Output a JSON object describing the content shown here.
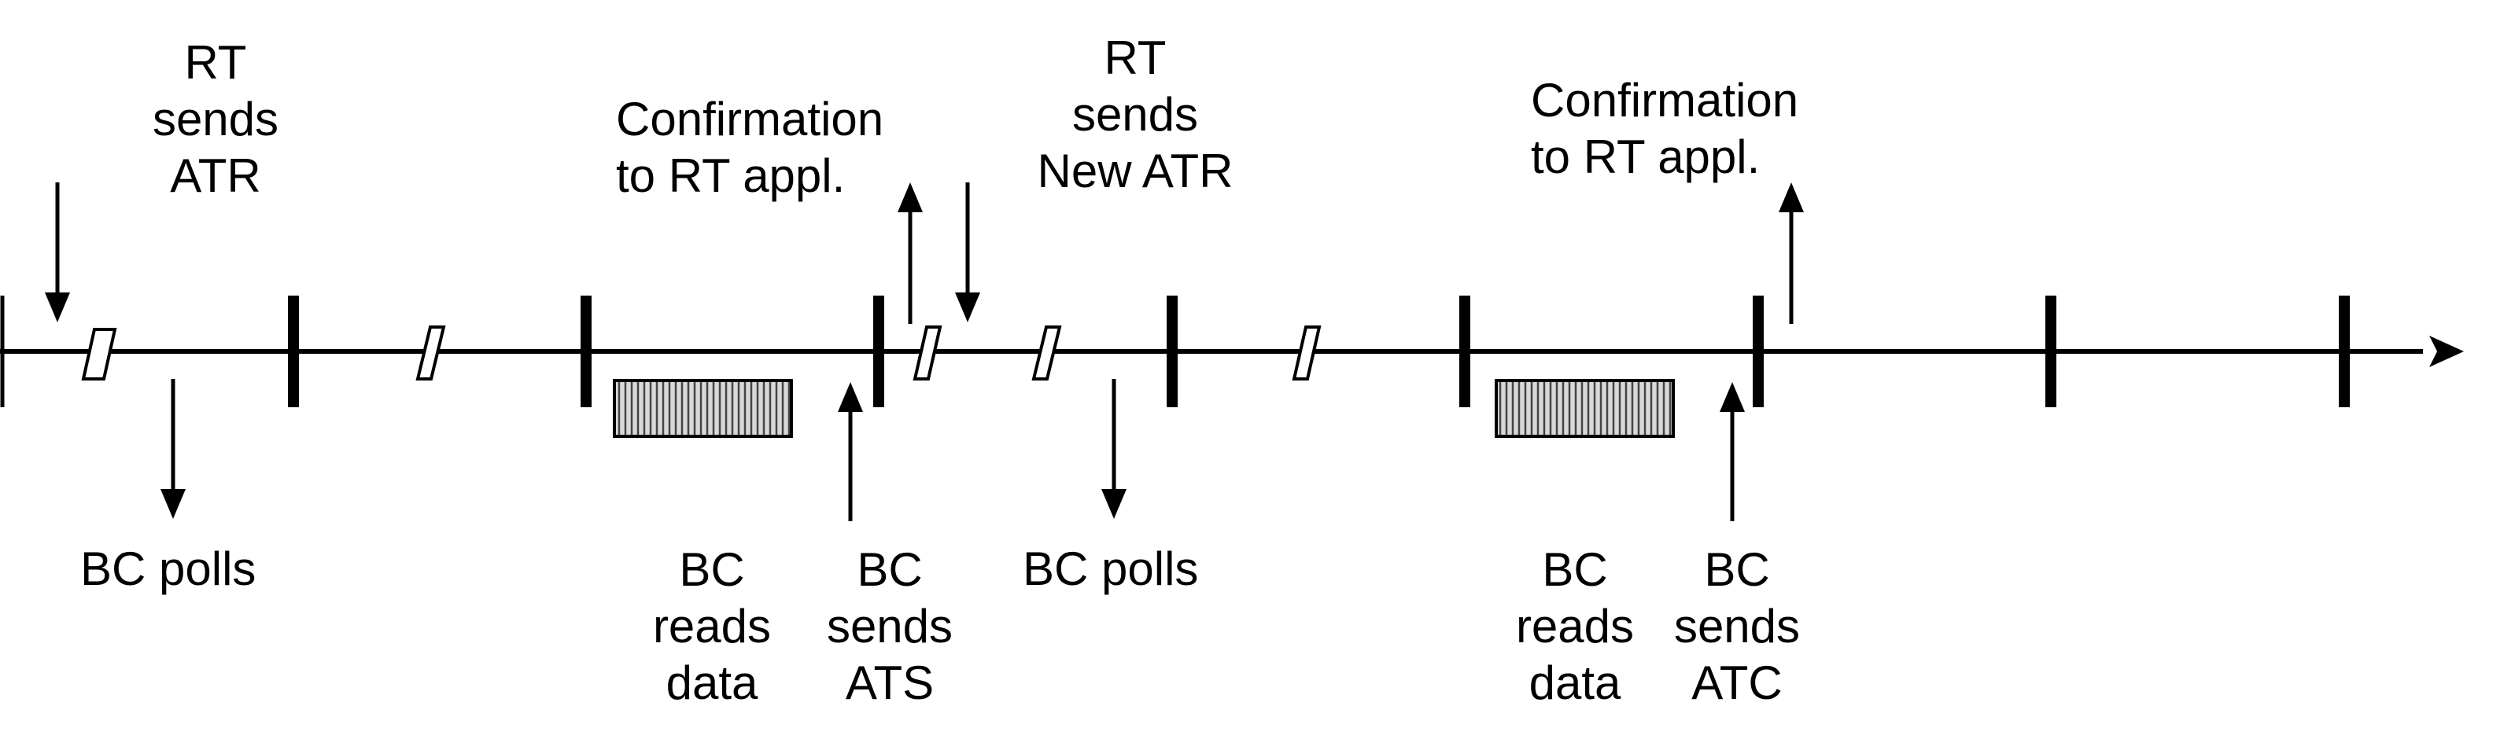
{
  "labels": {
    "rt_sends_atr": "RT\nsends\nATR",
    "confirmation_1": "Confirmation\nto RT appl.",
    "rt_sends_new_atr": "RT\nsends\nNew ATR",
    "confirmation_2": "Confirmation\nto RT appl.",
    "bc_polls_1": "BC polls",
    "bc_reads_data_1": "BC\nreads\ndata",
    "bc_sends_ats": "BC\nsends\nATS",
    "bc_polls_2": "BC polls",
    "bc_reads_data_2": "BC\nreads\ndata",
    "bc_sends_atc": "BC\nsends\nATC"
  },
  "colors": {
    "line": "#000000",
    "box_fill": "#d0d0d0",
    "hatch": "#555555"
  }
}
